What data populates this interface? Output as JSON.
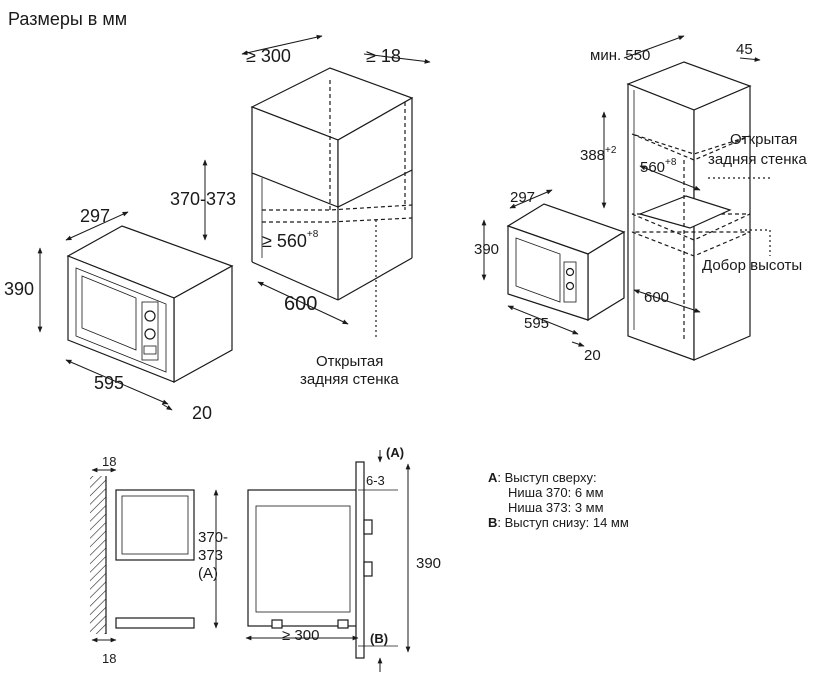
{
  "title": "Размеры в мм",
  "cabinet": {
    "depth_label": "≥ 300",
    "offset_label": "≥ 18",
    "height_label": "370-373",
    "width_min_label": "≥ 560",
    "width_min_tol": "+8",
    "width_label": "600",
    "open_back": [
      "Открытая",
      "задняя стенка"
    ]
  },
  "appliance": {
    "depth": "297",
    "height": "390",
    "width": "595",
    "frame": "20"
  },
  "tall_unit": {
    "depth_label": "мин. 550",
    "offset": "45",
    "height_label": "388",
    "height_tol": "+2",
    "width_min_label": "560",
    "width_min_tol": "+8",
    "width_label": "600",
    "open_back": [
      "Открытая",
      "задняя стенка"
    ],
    "extra_height": "Добор высоты",
    "app_depth": "297",
    "app_height": "390",
    "app_width": "595",
    "app_frame": "20"
  },
  "section": {
    "wall_top": "18",
    "wall_bottom": "18",
    "niche_height": [
      "370-",
      "373",
      "(A)"
    ],
    "depth": "≥ 300",
    "a_mark": "(A)",
    "b_mark": "(B)",
    "a_range": "6-3",
    "height": "390"
  },
  "legend": {
    "a_key": "A",
    "a_text": ": Выступ сверху:",
    "n370": "Ниша 370: 6 мм",
    "n373": "Ниша 373: 3 мм",
    "b_key": "B",
    "b_text": ": Выступ снизу: 14 мм"
  }
}
